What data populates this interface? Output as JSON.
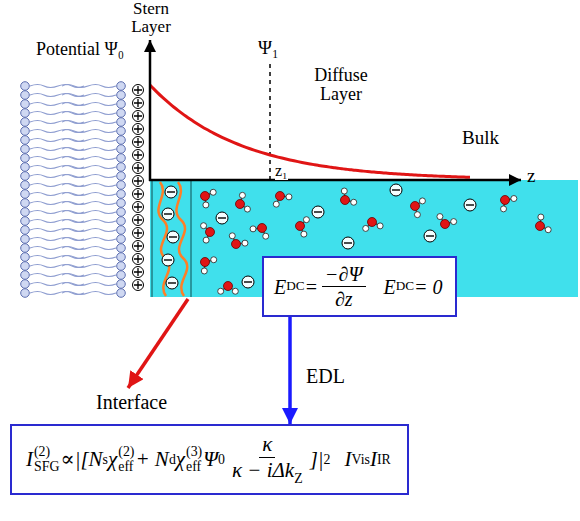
{
  "diagram": {
    "nodes": [
      {
        "text": [
          "E",
          "DC",
          "=",
          "−∂Ψ",
          "∂z",
          "E",
          "DC",
          "= 0"
        ]
      },
      {
        "text": [
          "I",
          "(2)",
          "SFG",
          "∝|[N",
          "s",
          "χ",
          "(2)",
          "eff",
          "+ N",
          "d",
          "χ",
          "(3)",
          "eff",
          "Ψ",
          "0",
          "κ",
          "κ − iΔk",
          "Z",
          "]|",
          "2",
          "I",
          "Vis",
          "I",
          "IR"
        ]
      }
    ],
    "edges": [
      {
        "from": 0,
        "to": 1,
        "arrow": "to",
        "label": "EDL"
      }
    ],
    "labels": [
      "Stern Layer",
      "Potential Ψ₀",
      "Ψ₁",
      "Diffuse Layer",
      "Bulk",
      "z",
      "z₁",
      "Interface"
    ]
  }
}
